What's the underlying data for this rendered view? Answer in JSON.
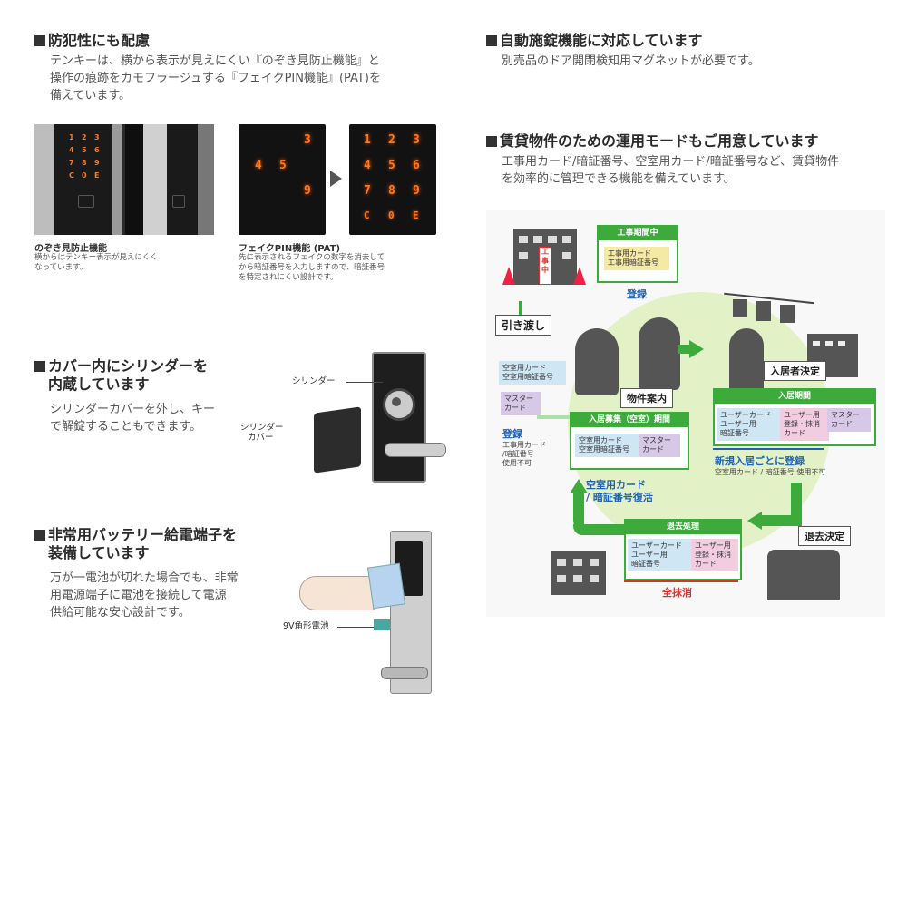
{
  "crime": {
    "heading": "防犯性にも配慮",
    "body": [
      "テンキーは、横から表示が見えにくい『のぞき見防止機能』と",
      "操作の痕跡をカモフラージュする『フェイクPIN機能』(PAT)を",
      "備えています。"
    ],
    "peep_keys": [
      "1",
      "2",
      "3",
      "4",
      "5",
      "6",
      "7",
      "8",
      "9",
      "C",
      "0",
      "E"
    ],
    "peep_title": "のぞき見防止機能",
    "peep_desc": [
      "横からはテンキー表示が見えにくく",
      "なっています。"
    ],
    "fake_before": [
      "3",
      "4",
      "5",
      "9"
    ],
    "fake_after": [
      "1",
      "2",
      "3",
      "4",
      "5",
      "6",
      "7",
      "8",
      "9",
      "C",
      "0",
      "E"
    ],
    "fake_title": "フェイクPIN機能 (PAT)",
    "fake_desc": [
      "先に表示されるフェイクの数字を消去して",
      "から暗証番号を入力しますので、暗証番号",
      "を特定されにくい設計です。"
    ]
  },
  "cylinder": {
    "heading": [
      "カバー内にシリンダーを",
      "内蔵しています"
    ],
    "body": [
      "シリンダーカバーを外し、キー",
      "で解錠することもできます。"
    ],
    "label_cylinder": "シリンダー",
    "label_cover": [
      "シリンダー",
      "カバー"
    ]
  },
  "battery": {
    "heading": [
      "非常用バッテリー給電端子を",
      "装備しています"
    ],
    "body": [
      "万が一電池が切れた場合でも、非常",
      "用電源端子に電池を接続して電源",
      "供給可能な安心設計です。"
    ],
    "label_battery": "9V角形電池"
  },
  "autolock": {
    "heading": "自動施錠機能に対応しています",
    "body": "別売品のドア開閉検知用マグネットが必要です。"
  },
  "rental": {
    "heading": "賃貸物件のための運用モードもご用意しています",
    "body": [
      "工事用カード/暗証番号、空室用カード/暗証番号など、賃貸物件",
      "を効率的に管理できる機能を備えています。"
    ]
  },
  "diagram": {
    "construction_title": "工事期間中",
    "construction_items": [
      "工事用カード",
      "工事用暗証番号"
    ],
    "register1": "登録",
    "handover": "引き渡し",
    "handover_items": [
      "空室用カード",
      "空室用暗証番号"
    ],
    "master_card": [
      "マスター",
      "カード"
    ],
    "register2": "登録",
    "register2_note": [
      "工事用カード",
      "/暗証番号",
      "使用不可"
    ],
    "property_tour": "物件案内",
    "vacancy_title": "入居募集（空室）期間",
    "vacancy_items": [
      "空室用カード",
      "空室用暗証番号"
    ],
    "tenant_decision": "入居者決定",
    "occupancy_title": "入居期間",
    "occupancy_user_card": [
      "ユーザーカード",
      "ユーザー用",
      "暗証番号"
    ],
    "occupancy_user_reg": [
      "ユーザー用",
      "登録・抹消",
      "カード"
    ],
    "new_tenant_reg": "新規入居ごとに登録",
    "new_tenant_note": "空室用カード / 暗証番号 使用不可",
    "vacancy_restore": [
      "空室用カード",
      "/ 暗証番号復活"
    ],
    "moveout_title": "退去処理",
    "moveout_user_card": [
      "ユーザーカード",
      "ユーザー用",
      "暗証番号"
    ],
    "moveout_user_reg": [
      "ユーザー用",
      "登録・抹消",
      "カード"
    ],
    "erase_all": "全抹消",
    "moveout_decision": "退去決定",
    "sign_text": "工事中"
  },
  "colors": {
    "accent_green": "#3cab3c",
    "accent_blue": "#1e62b4",
    "accent_red": "#d8342c",
    "digit_orange": "#ff7a1a"
  }
}
